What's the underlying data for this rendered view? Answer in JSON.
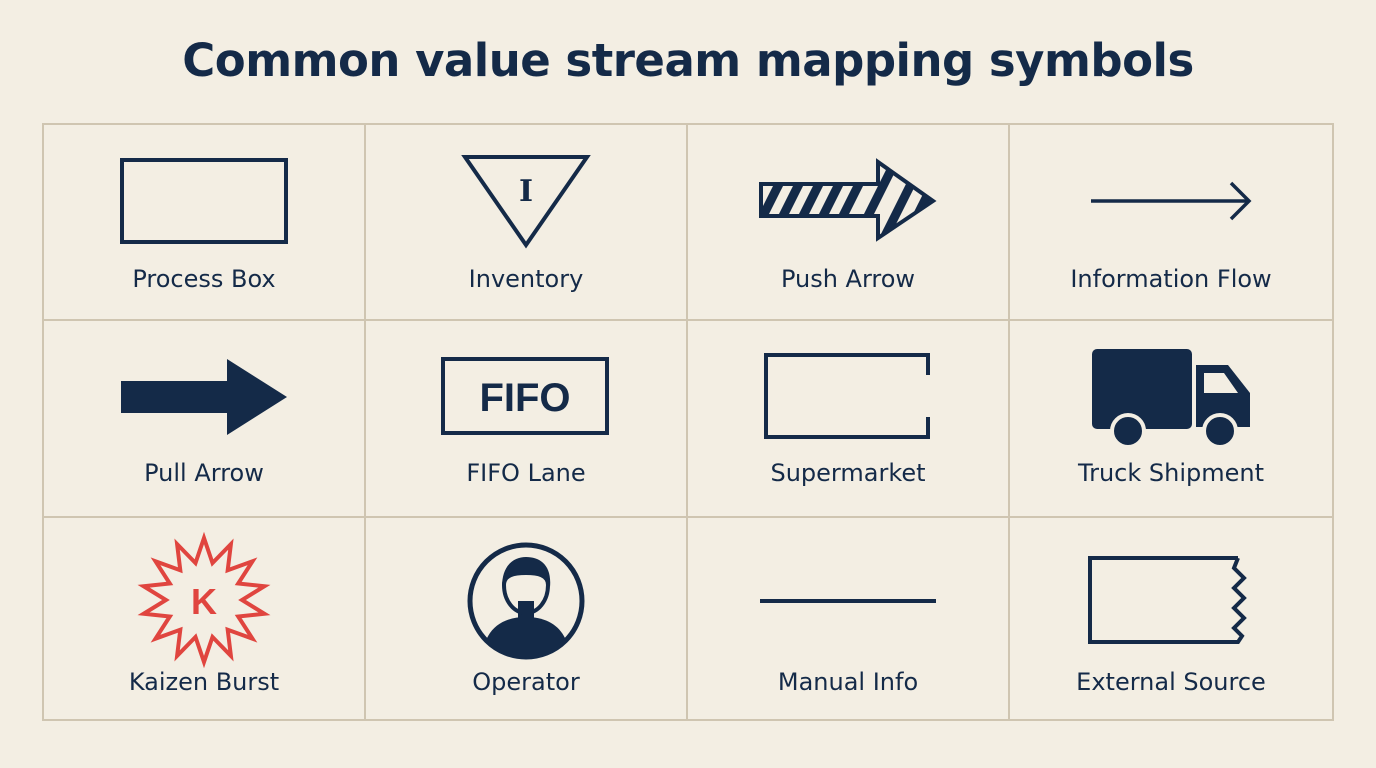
{
  "title": "Common value stream mapping symbols",
  "colors": {
    "background": "#f3eee3",
    "ink": "#142a48",
    "accent": "#e0453f",
    "grid_line": "#cfc5b1"
  },
  "symbols": [
    {
      "label": "Process Box",
      "icon": "process-box-icon"
    },
    {
      "label": "Inventory",
      "icon": "inventory-triangle-icon",
      "glyph": "I"
    },
    {
      "label": "Push Arrow",
      "icon": "push-arrow-icon"
    },
    {
      "label": "Information Flow",
      "icon": "information-flow-arrow-icon"
    },
    {
      "label": "Pull Arrow",
      "icon": "pull-arrow-icon"
    },
    {
      "label": "FIFO Lane",
      "icon": "fifo-lane-icon",
      "glyph": "FIFO"
    },
    {
      "label": "Supermarket",
      "icon": "supermarket-icon"
    },
    {
      "label": "Truck Shipment",
      "icon": "truck-icon"
    },
    {
      "label": "Kaizen Burst",
      "icon": "kaizen-burst-icon",
      "glyph": "K"
    },
    {
      "label": "Operator",
      "icon": "operator-icon"
    },
    {
      "label": "Manual Info",
      "icon": "manual-info-line-icon"
    },
    {
      "label": "External Source",
      "icon": "external-source-icon"
    }
  ]
}
